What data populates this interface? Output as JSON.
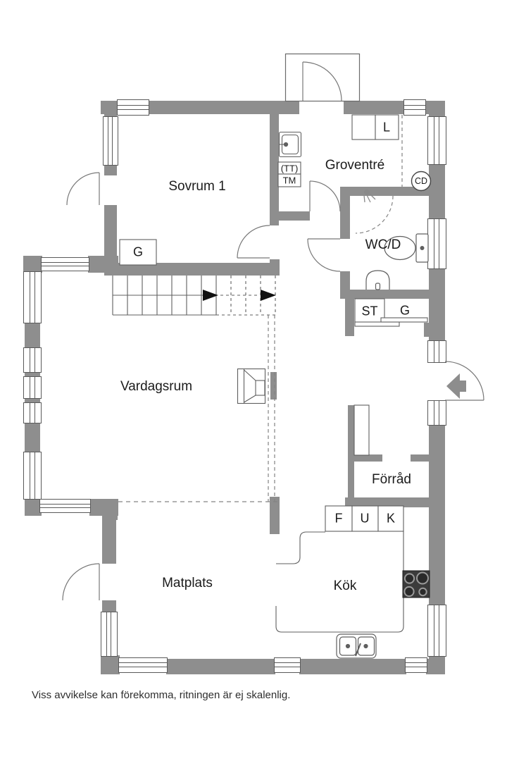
{
  "floorplan": {
    "rooms": {
      "bedroom": "Sovrum 1",
      "utility_entry": "Groventré",
      "bathroom": "WC/D",
      "living_room": "Vardagsrum",
      "storage": "Förråd",
      "dining": "Matplats",
      "kitchen": "Kök"
    },
    "labels": {
      "wardrobe_bedroom": "G",
      "linen_closet": "L",
      "tt_appliance": "(TT)",
      "tm_appliance": "TM",
      "cd_unit": "CD",
      "cleaning_closet": "ST",
      "wardrobe_hall": "G",
      "freezer": "F",
      "oven": "U",
      "fridge": "K"
    },
    "disclaimer": "Viss avvikelse kan förekomma, ritningen är ej skalenlig.",
    "colors": {
      "wall": "#8e8e8e",
      "line": "#555555",
      "text": "#1b1b1b",
      "stove": "#3b3b3b"
    }
  }
}
